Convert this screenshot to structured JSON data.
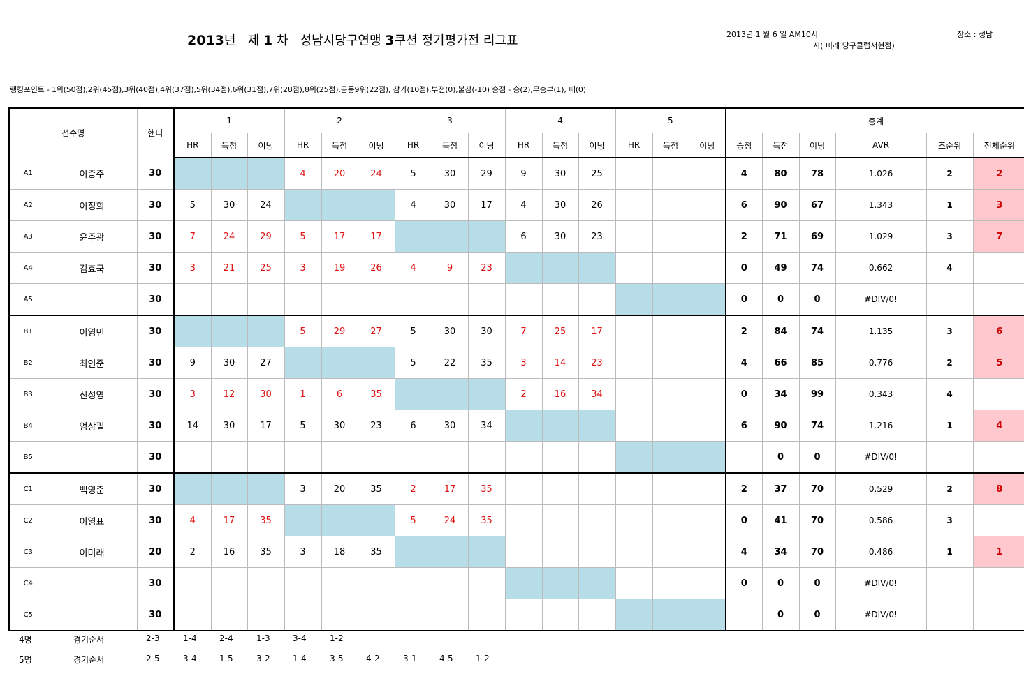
{
  "header": {
    "title_year": "2013",
    "title_year_suffix": "년",
    "title_round_prefix": "제",
    "title_round": "1",
    "title_round_suffix": "차",
    "title_league": "성남시당구연맹",
    "title_cushion": "3",
    "title_rest": "쿠션 정기평가전 리그표",
    "date_text": "2013년 1 월 6 일   AM10시",
    "venue_text": "시( 미래 당구클럽서현점)",
    "place_text": "장소 : 성남"
  },
  "ranking_points": "랭킹포인트 - 1위(50점),2위(45점),3위(40점),4위(37점),5위(34점),6위(31점),7위(28점),8위(25점),공동9위(22점), 참가(10점),부전(0),불참(-10)  승점 - 승(2),무승부(1), 패(0)",
  "table_header": {
    "player": "선수명",
    "handicap": "핸디",
    "rounds": [
      "1",
      "2",
      "3",
      "4",
      "5"
    ],
    "round_cols": [
      "HR",
      "득점",
      "이닝"
    ],
    "total": "총계",
    "total_cols": [
      "승점",
      "득점",
      "이닝",
      "AVR",
      "조순위",
      "전체순위"
    ]
  },
  "rows": [
    {
      "code": "A1",
      "name": "이종주",
      "handi": "30",
      "games": [
        null,
        [
          "4",
          "20",
          "24",
          true
        ],
        [
          "5",
          "30",
          "29",
          false
        ],
        [
          "9",
          "30",
          "25",
          false
        ],
        [
          "",
          "",
          "",
          false
        ]
      ],
      "blank": 0,
      "pts": "4",
      "score": "80",
      "inn": "78",
      "avr": "1.026",
      "grp": "2",
      "overall": "2"
    },
    {
      "code": "A2",
      "name": "이정희",
      "handi": "30",
      "games": [
        [
          "5",
          "30",
          "24",
          false
        ],
        null,
        [
          "4",
          "30",
          "17",
          false
        ],
        [
          "4",
          "30",
          "26",
          false
        ],
        [
          "",
          "",
          "",
          false
        ]
      ],
      "blank": 1,
      "pts": "6",
      "score": "90",
      "inn": "67",
      "avr": "1.343",
      "grp": "1",
      "overall": "3"
    },
    {
      "code": "A3",
      "name": "윤주광",
      "handi": "30",
      "games": [
        [
          "7",
          "24",
          "29",
          true
        ],
        [
          "5",
          "17",
          "17",
          true
        ],
        null,
        [
          "6",
          "30",
          "23",
          false
        ],
        [
          "",
          "",
          "",
          false
        ]
      ],
      "blank": 2,
      "pts": "2",
      "score": "71",
      "inn": "69",
      "avr": "1.029",
      "grp": "3",
      "overall": "7"
    },
    {
      "code": "A4",
      "name": "김효국",
      "handi": "30",
      "games": [
        [
          "3",
          "21",
          "25",
          true
        ],
        [
          "3",
          "19",
          "26",
          true
        ],
        [
          "4",
          "9",
          "23",
          true
        ],
        null,
        [
          "",
          "",
          "",
          false
        ]
      ],
      "blank": 3,
      "pts": "0",
      "score": "49",
      "inn": "74",
      "avr": "0.662",
      "grp": "4",
      "overall": ""
    },
    {
      "code": "A5",
      "name": "",
      "handi": "30",
      "games": [
        [
          "",
          "",
          "",
          false
        ],
        [
          "",
          "",
          "",
          false
        ],
        [
          "",
          "",
          "",
          false
        ],
        [
          "",
          "",
          "",
          false
        ],
        null
      ],
      "blank": 4,
      "pts": "0",
      "score": "0",
      "inn": "0",
      "avr": "#DIV/0!",
      "grp": "",
      "overall": ""
    },
    {
      "code": "B1",
      "name": "이영민",
      "handi": "30",
      "games": [
        null,
        [
          "5",
          "29",
          "27",
          true
        ],
        [
          "5",
          "30",
          "30",
          false
        ],
        [
          "7",
          "25",
          "17",
          true
        ],
        [
          "",
          "",
          "",
          false
        ]
      ],
      "blank": 0,
      "pts": "2",
      "score": "84",
      "inn": "74",
      "avr": "1.135",
      "grp": "3",
      "overall": "6"
    },
    {
      "code": "B2",
      "name": "최인준",
      "handi": "30",
      "games": [
        [
          "9",
          "30",
          "27",
          false
        ],
        null,
        [
          "5",
          "22",
          "35",
          false
        ],
        [
          "3",
          "14",
          "23",
          true
        ],
        [
          "",
          "",
          "",
          false
        ]
      ],
      "blank": 1,
      "pts": "4",
      "score": "66",
      "inn": "85",
      "avr": "0.776",
      "grp": "2",
      "overall": "5"
    },
    {
      "code": "B3",
      "name": "신성영",
      "handi": "30",
      "games": [
        [
          "3",
          "12",
          "30",
          true
        ],
        [
          "1",
          "6",
          "35",
          true
        ],
        null,
        [
          "2",
          "16",
          "34",
          true
        ],
        [
          "",
          "",
          "",
          false
        ]
      ],
      "blank": 2,
      "pts": "0",
      "score": "34",
      "inn": "99",
      "avr": "0.343",
      "grp": "4",
      "overall": ""
    },
    {
      "code": "B4",
      "name": "엄상필",
      "handi": "30",
      "games": [
        [
          "14",
          "30",
          "17",
          false
        ],
        [
          "5",
          "30",
          "23",
          false
        ],
        [
          "6",
          "30",
          "34",
          false
        ],
        null,
        [
          "",
          "",
          "",
          false
        ]
      ],
      "blank": 3,
      "pts": "6",
      "score": "90",
      "inn": "74",
      "avr": "1.216",
      "grp": "1",
      "overall": "4"
    },
    {
      "code": "B5",
      "name": "",
      "handi": "30",
      "games": [
        [
          "",
          "",
          "",
          false
        ],
        [
          "",
          "",
          "",
          false
        ],
        [
          "",
          "",
          "",
          false
        ],
        [
          "",
          "",
          "",
          false
        ],
        null
      ],
      "blank": 4,
      "pts": "",
      "score": "0",
      "inn": "0",
      "avr": "#DIV/0!",
      "grp": "",
      "overall": ""
    },
    {
      "code": "C1",
      "name": "백영준",
      "handi": "30",
      "games": [
        null,
        [
          "3",
          "20",
          "35",
          false
        ],
        [
          "2",
          "17",
          "35",
          true
        ],
        [
          "",
          "",
          "",
          false
        ],
        [
          "",
          "",
          "",
          false
        ]
      ],
      "blank": 0,
      "pts": "2",
      "score": "37",
      "inn": "70",
      "avr": "0.529",
      "grp": "2",
      "overall": "8"
    },
    {
      "code": "C2",
      "name": "이영표",
      "handi": "30",
      "games": [
        [
          "4",
          "17",
          "35",
          true
        ],
        null,
        [
          "5",
          "24",
          "35",
          true
        ],
        [
          "",
          "",
          "",
          false
        ],
        [
          "",
          "",
          "",
          false
        ]
      ],
      "blank": 1,
      "pts": "0",
      "score": "41",
      "inn": "70",
      "avr": "0.586",
      "grp": "3",
      "overall": ""
    },
    {
      "code": "C3",
      "name": "이미래",
      "handi": "20",
      "games": [
        [
          "2",
          "16",
          "35",
          false
        ],
        [
          "3",
          "18",
          "35",
          false
        ],
        null,
        [
          "",
          "",
          "",
          false
        ],
        [
          "",
          "",
          "",
          false
        ]
      ],
      "blank": 2,
      "pts": "4",
      "score": "34",
      "inn": "70",
      "avr": "0.486",
      "grp": "1",
      "overall": "1"
    },
    {
      "code": "C4",
      "name": "",
      "handi": "30",
      "games": [
        [
          "",
          "",
          "",
          false
        ],
        [
          "",
          "",
          "",
          false
        ],
        [
          "",
          "",
          "",
          false
        ],
        null,
        [
          "",
          "",
          "",
          false
        ]
      ],
      "blank": 3,
      "pts": "0",
      "score": "0",
      "inn": "0",
      "avr": "#DIV/0!",
      "grp": "",
      "overall": ""
    },
    {
      "code": "C5",
      "name": "",
      "handi": "30",
      "games": [
        [
          "",
          "",
          "",
          false
        ],
        [
          "",
          "",
          "",
          false
        ],
        [
          "",
          "",
          "",
          false
        ],
        [
          "",
          "",
          "",
          false
        ],
        null
      ],
      "blank": 4,
      "pts": "",
      "score": "0",
      "inn": "0",
      "avr": "#DIV/0!",
      "grp": "",
      "overall": ""
    }
  ],
  "order": [
    {
      "count": "4명",
      "label": "경기순서",
      "matches": [
        "2-3",
        "1-4",
        "2-4",
        "1-3",
        "3-4",
        "1-2"
      ]
    },
    {
      "count": "5명",
      "label": "경기순서",
      "matches": [
        "2-5",
        "3-4",
        "1-5",
        "3-2",
        "1-4",
        "3-5",
        "4-2",
        "3-1",
        "4-5",
        "1-2"
      ]
    }
  ]
}
